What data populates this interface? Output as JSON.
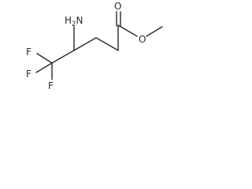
{
  "molecule": {
    "atoms": {
      "amine_N": "H",
      "amine_N_count": "2",
      "amine_N_suffix": "N",
      "fluorine_1": "F",
      "fluorine_2": "F",
      "fluorine_3": "F",
      "carbonyl_O": "O",
      "ester_O": "O"
    },
    "colors": {
      "bond": "#2a2a2a",
      "text": "#2a2a2a",
      "background": "#ffffff"
    }
  }
}
